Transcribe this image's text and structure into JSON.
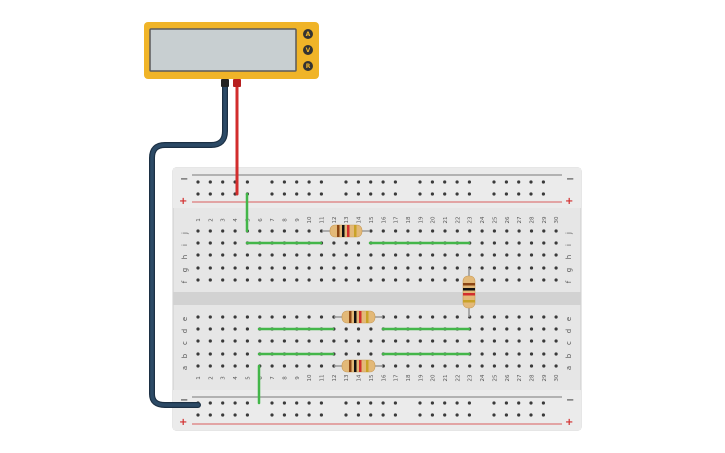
{
  "multimeter": {
    "display_value": "",
    "modes": [
      {
        "id": "ammeter",
        "label": "A"
      },
      {
        "id": "voltmeter",
        "label": "V"
      },
      {
        "id": "ohmmeter",
        "label": "R"
      }
    ],
    "active_mode": "ohmmeter",
    "colors": {
      "body": "#f0b428",
      "screen": "#c8cfd1",
      "black_lead": "#2c4a66",
      "red_lead": "#d22d2d"
    }
  },
  "breadboard": {
    "columns": [
      "1",
      "2",
      "3",
      "4",
      "5",
      "6",
      "7",
      "8",
      "9",
      "10",
      "11",
      "12",
      "13",
      "14",
      "15",
      "16",
      "17",
      "18",
      "19",
      "20",
      "21",
      "22",
      "23",
      "24",
      "25",
      "26",
      "27",
      "28",
      "29",
      "30"
    ],
    "top_rows": [
      "j",
      "i",
      "h",
      "g",
      "f"
    ],
    "bottom_rows": [
      "e",
      "d",
      "c",
      "b",
      "a"
    ],
    "rail_minus": "−",
    "rail_plus": "+",
    "colors": {
      "board": "#e6e6e6",
      "channel": "#d2d2d2",
      "hole": "#3a3a3a",
      "rail_red": "#d22d2d",
      "rail_black": "#555555",
      "wire": "#43b649"
    }
  },
  "resistors": [
    {
      "id": "resistor-1",
      "bands": [
        "#8b4513",
        "#111111",
        "#d22d2d",
        "#c9a227"
      ]
    },
    {
      "id": "resistor-2",
      "bands": [
        "#8b4513",
        "#111111",
        "#d22d2d",
        "#c9a227"
      ]
    },
    {
      "id": "resistor-3",
      "bands": [
        "#8b4513",
        "#111111",
        "#d22d2d",
        "#c9a227"
      ]
    },
    {
      "id": "resistor-4",
      "bands": [
        "#8b4513",
        "#111111",
        "#d22d2d",
        "#c9a227"
      ]
    }
  ]
}
